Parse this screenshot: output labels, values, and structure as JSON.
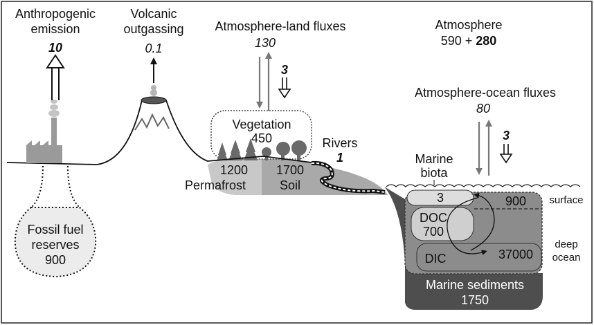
{
  "labels": {
    "anthropogenic_line1": "Anthropogenic",
    "anthropogenic_line2": "emission",
    "anthropogenic_value": "10",
    "volcanic_line1": "Volcanic",
    "volcanic_line2": "outgassing",
    "volcanic_value": "0.1",
    "atm_land_title": "Atmosphere-land fluxes",
    "atm_land_value": "130",
    "atm_land_net": "3",
    "atmosphere_title": "Atmosphere",
    "atmosphere_value_a": "590 + ",
    "atmosphere_value_b": "280",
    "atm_ocean_title": "Atmosphere-ocean fluxes",
    "atm_ocean_value": "80",
    "atm_ocean_net": "3",
    "vegetation_title": "Vegetation",
    "vegetation_value": "450",
    "rivers_title": "Rivers",
    "rivers_value": "1",
    "permafrost_value": "1200",
    "permafrost_title": "Permafrost",
    "soil_value": "1700",
    "soil_title": "Soil",
    "marine_biota_line1": "Marine",
    "marine_biota_line2": "biota",
    "marine_biota_value": "3",
    "surface_value": "900",
    "surface_title": "surface",
    "doc_title": "DOC",
    "doc_value": "700",
    "dic_title": "DIC",
    "dic_value": "37000",
    "deep_line1": "deep",
    "deep_line2": "ocean",
    "sediments_title": "Marine sediments",
    "sediments_value": "1750",
    "fossil_line1": "Fossil fuel",
    "fossil_line2": "reserves",
    "fossil_value": "900"
  },
  "colors": {
    "border": "#222222",
    "gray_arrow": "#777777",
    "light_gray": "#e4e4e4",
    "mid_gray": "#bdbdbd",
    "dark_gray": "#5a5a5a",
    "ocean_gray": "#8f8f8f"
  }
}
